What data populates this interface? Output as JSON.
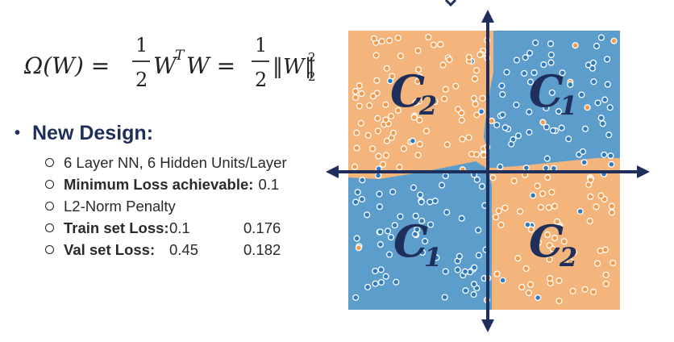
{
  "formula": {
    "lhs": "Ω(W) =",
    "half": "1",
    "two": "2",
    "wtw": "W",
    "sup_t": "T",
    "wtw2": "W =",
    "half2": "1",
    "two2": "2",
    "norm": "‖W‖",
    "sup2": "2",
    "sub2": "2"
  },
  "bullets": {
    "main": "New Design:",
    "items": [
      {
        "label": "",
        "text": "6 Layer NN, 6 Hidden Units/Layer"
      },
      {
        "label": "Minimum Loss achievable:",
        "text": "0.1"
      },
      {
        "label": "",
        "text": "L2-Norm Penalty"
      }
    ],
    "train": {
      "label": "Train set Loss:",
      "v1": "0.1",
      "v2": "0.176"
    },
    "val": {
      "label": "Val set Loss:",
      "v1": "0.45",
      "v2": "0.182"
    }
  },
  "quadrant_labels": {
    "top_left": {
      "letter": "C",
      "sub": "2"
    },
    "top_right": {
      "letter": "C",
      "sub": "1"
    },
    "bottom_left": {
      "letter": "C",
      "sub": "1"
    },
    "bottom_right": {
      "letter": "C",
      "sub": "2"
    }
  },
  "colors": {
    "orange_region": "#f4b57d",
    "blue_region": "#5d9dcc",
    "orange_point": "#f29b4c",
    "blue_point": "#2f7bbd",
    "axis": "#1f2f5b",
    "text_navy": "#1f2f5b"
  }
}
